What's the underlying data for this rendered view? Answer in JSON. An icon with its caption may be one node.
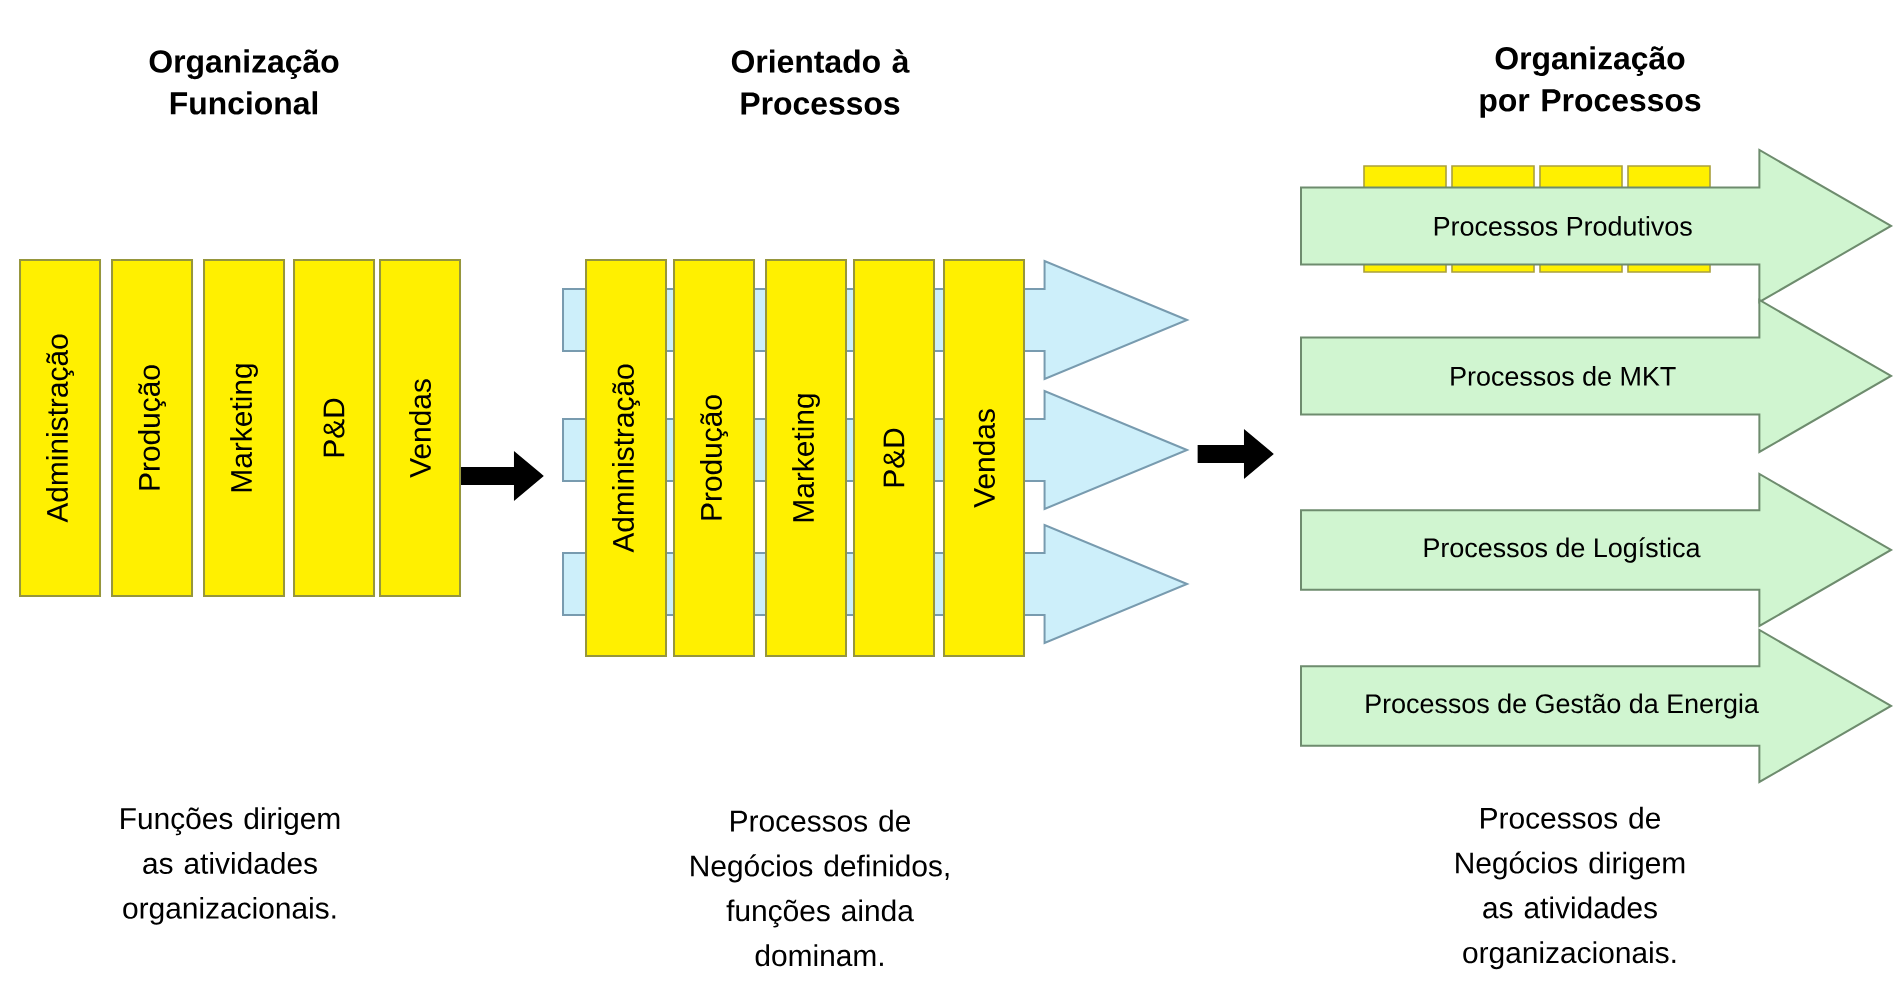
{
  "diagram": {
    "nodes": [
      {
        "text": [
          "Administração"
        ]
      },
      {
        "text": [
          "Produção"
        ]
      },
      {
        "text": [
          "Marketing"
        ]
      },
      {
        "text": [
          "P&D"
        ]
      },
      {
        "text": [
          "Vendas"
        ]
      },
      {
        "text": [],
        "shape": "arrow"
      },
      {
        "text": [],
        "shape": "arrow"
      },
      {
        "text": [],
        "shape": "arrow"
      },
      {
        "text": [
          "Administração"
        ]
      },
      {
        "text": [
          "Produção"
        ]
      },
      {
        "text": [
          "Marketing"
        ]
      },
      {
        "text": [
          "P&D"
        ]
      },
      {
        "text": [
          "Vendas"
        ]
      },
      {
        "text": [
          "Processos Produtivos"
        ]
      },
      {
        "text": [
          "Processos de MKT"
        ]
      },
      {
        "text": [
          "Processos de Logística"
        ]
      },
      {
        "text": [
          "Processos de Gestão da Energia"
        ]
      }
    ],
    "edges": [
      {
        "from": 4,
        "to": 6,
        "arrow": "to"
      },
      {
        "from": 6,
        "to": 14,
        "arrow": "to"
      }
    ],
    "labels": [
      "Organização Funcional",
      "Orientado à Processos",
      "Organização por Processos",
      "Funções dirigem as atividades organizacionais.",
      "Processos de Negócios definidos, funções ainda dominam.",
      "Processos de Negócios dirigem as atividades organizacionais."
    ]
  }
}
